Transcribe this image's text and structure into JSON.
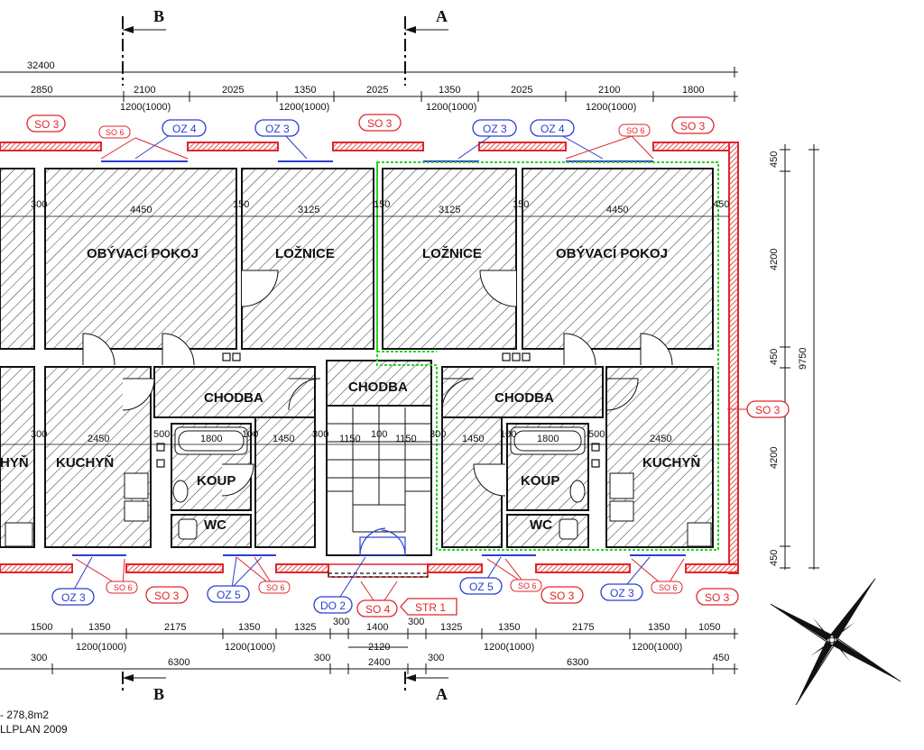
{
  "sections": {
    "b_top": "B",
    "a_top": "A",
    "b_bottom": "B",
    "a_bottom": "A"
  },
  "top_dims": {
    "total": "32400",
    "row": [
      "2850",
      "2100",
      "2025",
      "1350",
      "2025",
      "1350",
      "2025",
      "2100",
      "1800"
    ],
    "windows": [
      "1200(1000)",
      "1200(1000)",
      "1200(1000)",
      "1200(1000)"
    ]
  },
  "inner_dims": {
    "upper": [
      "300",
      "4450",
      "150",
      "3125",
      "150",
      "3125",
      "150",
      "4450",
      "450"
    ],
    "mid": [
      "300",
      "2450",
      "500",
      "1800",
      "100",
      "1450",
      "300",
      "1150",
      "100",
      "1150",
      "300",
      "1450",
      "100",
      "1800",
      "500",
      "2450"
    ]
  },
  "rooms": {
    "obyvaci_left": "OBÝVACÍ POKOJ",
    "loznice_left": "LOŽNICE",
    "loznice_right": "LOŽNICE",
    "obyvaci_right": "OBÝVACÍ POKOJ",
    "chodba_left": "CHODBA",
    "chodba_center": "CHODBA",
    "chodba_right": "CHODBA",
    "kuchyn_cut": "HYŇ",
    "kuchyn_left": "KUCHYŇ",
    "kuchyn_right": "KUCHYŇ",
    "koup_left": "KOUP",
    "koup_right": "KOUP",
    "wc_left": "WC",
    "wc_right": "WC"
  },
  "right_dims": {
    "d1": "450",
    "d2": "4200",
    "d3": "450",
    "d4": "4200",
    "d5": "450",
    "total": "9750"
  },
  "bottom_dims": {
    "row1": [
      "1500",
      "1350",
      "2175",
      "1350",
      "1325",
      "300",
      "1400",
      "300",
      "1325",
      "1350",
      "2175",
      "1350",
      "1050"
    ],
    "windows": [
      "1200(1000)",
      "1200(1000)",
      "1200(1000)",
      "1200(1000)"
    ],
    "door": "2120",
    "row2": [
      "300",
      "6300",
      "300",
      "2400",
      "300",
      "6300",
      "450"
    ]
  },
  "tags": {
    "so3_top_left": "SO 3",
    "so6_top_left": "SO 6",
    "oz4_top_left": "OZ 4",
    "oz3_top_left": "OZ 3",
    "so3_top_center": "SO 3",
    "oz3_top_right": "OZ 3",
    "oz4_top_right": "OZ 4",
    "so6_top_right": "SO 6",
    "so3_top_right": "SO 3",
    "so3_right": "SO 3",
    "oz3_bot_1": "OZ 3",
    "so6_bot_1": "SO 6",
    "so3_bot_1": "SO 3",
    "oz5_bot_1": "OZ 5",
    "so6_bot_2": "SO 6",
    "do2": "DO 2",
    "so4": "SO 4",
    "str1": "STR 1",
    "oz5_bot_2": "OZ 5",
    "so6_bot_3": "SO 6",
    "so3_bot_2": "SO 3",
    "oz3_bot_2": "OZ 3",
    "so6_bot_4": "SO 6",
    "so3_bot_3": "SO 3"
  },
  "footer": {
    "area": "- 278,8m2",
    "software": "LLPLAN 2009"
  },
  "colors": {
    "wall_red": "#e0262b",
    "tag_blue": "#2a3fd0",
    "green_line": "#2bd12b"
  }
}
